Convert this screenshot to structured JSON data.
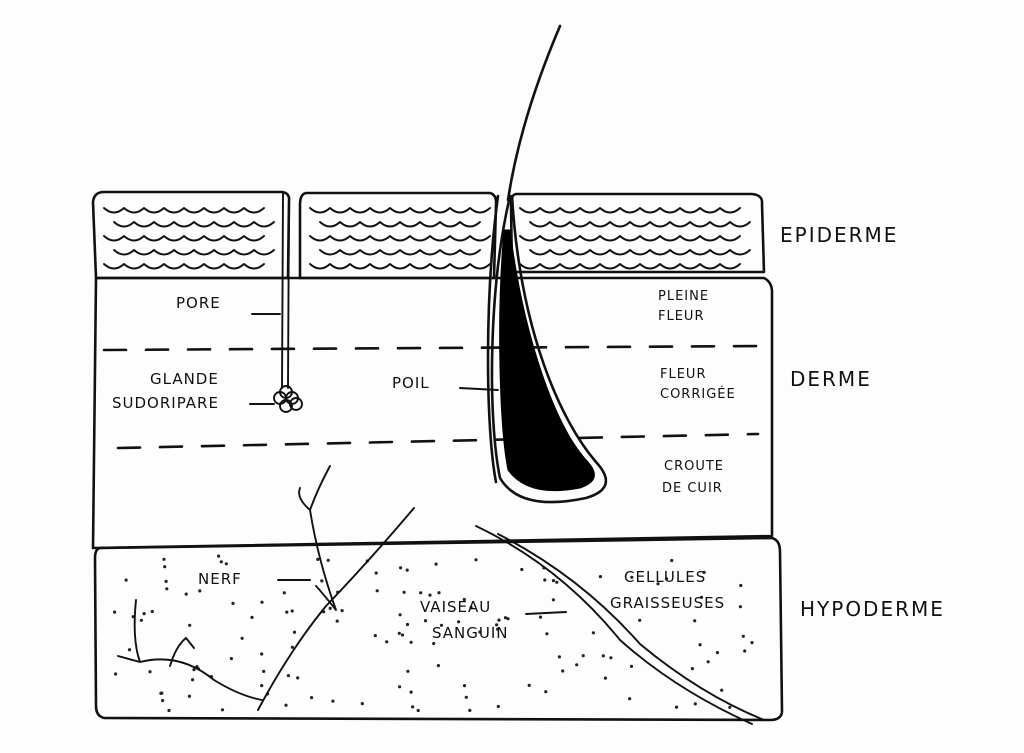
{
  "layers": {
    "epiderme": "EPIDERME",
    "derme": "DERME",
    "hypoderme": "HYPODERME"
  },
  "derme_sublayers": {
    "pleine_fleur": [
      "PLEINE",
      "FLEUR"
    ],
    "fleur_corrigee": [
      "FLEUR",
      "CORRIGÉE"
    ],
    "croute_de_cuir": [
      "CROUTE",
      "DE CUIR"
    ]
  },
  "structures": {
    "pore": "PORE",
    "glande_sudoripare": [
      "GLANDE",
      "SUDORIPARE"
    ],
    "poil": "POIL",
    "nerf": "NERF",
    "vaisseau_sanguin": [
      "VAISEAU",
      "SANGUIN"
    ],
    "cellules_graisseuses": [
      "CELLULES",
      "GRAISSEUSES"
    ]
  }
}
